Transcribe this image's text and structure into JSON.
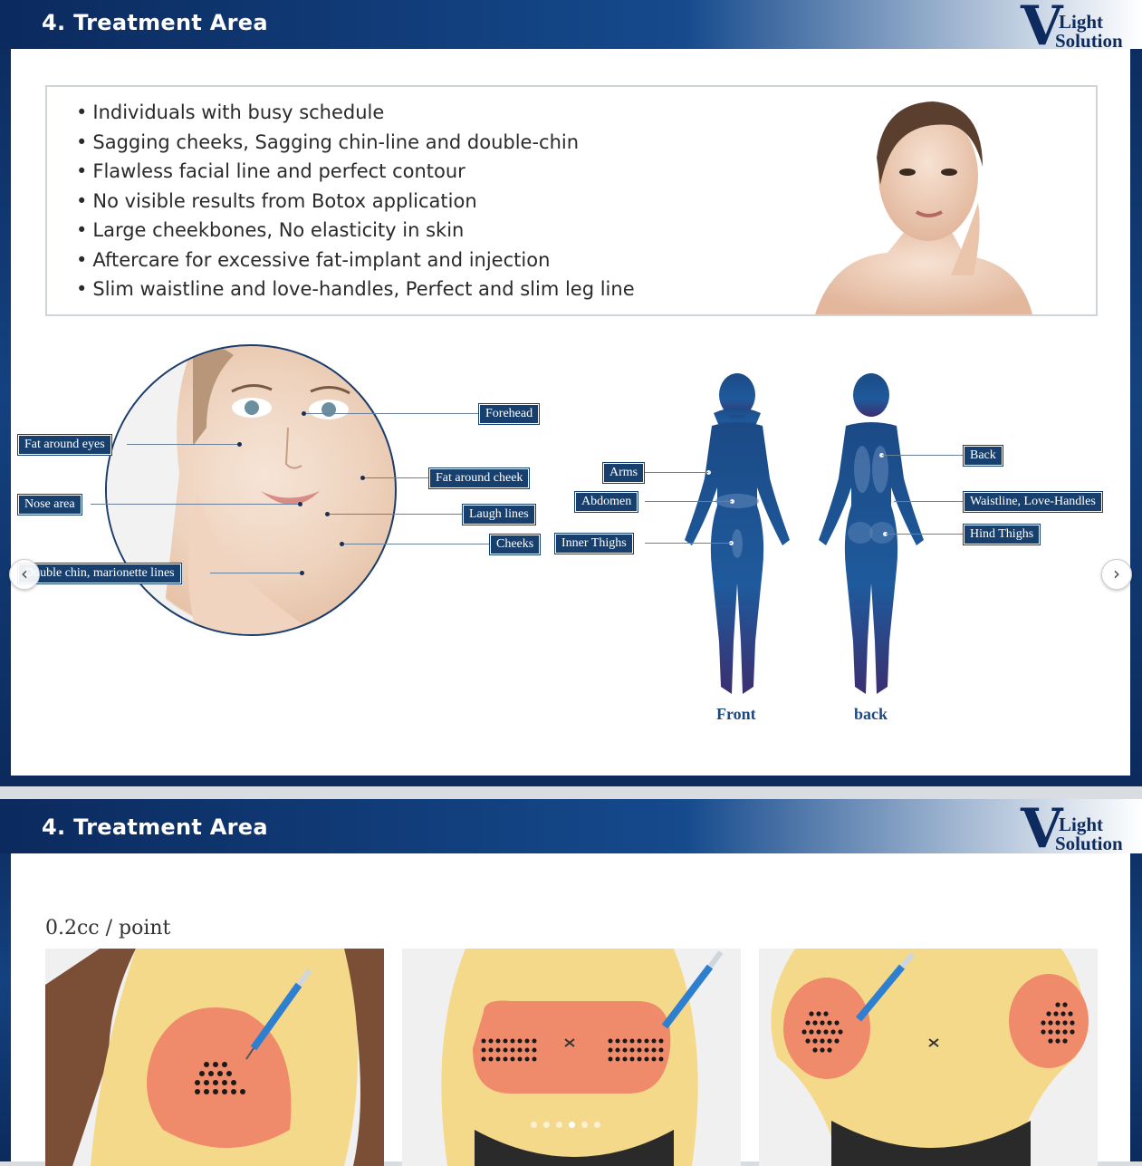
{
  "slide1": {
    "title": "4. Treatment Area",
    "logo": {
      "letter": "V",
      "line1": "Light",
      "line2": "Solution"
    },
    "bullets": [
      "Individuals with busy schedule",
      "Sagging cheeks, Sagging chin-line and double-chin",
      "Flawless facial line and perfect contour",
      "No visible results from Botox application",
      "Large cheekbones, No elasticity in skin",
      "Aftercare for excessive fat-implant and injection",
      "Slim waistline and love-handles, Perfect and slim leg line"
    ],
    "face_labels": {
      "forehead": "Forehead",
      "fat_around_eyes": "Fat around eyes",
      "fat_around_cheek": "Fat around cheek",
      "nose_area": "Nose area",
      "laugh_lines": "Laugh lines",
      "cheeks": "Cheeks",
      "double_chin": "Double chin, marionette lines"
    },
    "body_labels": {
      "arms": "Arms",
      "abdomen": "Abdomen",
      "inner_thighs": "Inner Thighs",
      "back": "Back",
      "waistline": "Waistline, Love-Handles",
      "hind_thighs": "Hind Thighs"
    },
    "captions": {
      "front": "Front",
      "back": "back"
    }
  },
  "slide2": {
    "title": "4. Treatment Area",
    "logo": {
      "letter": "V",
      "line1": "Light",
      "line2": "Solution"
    },
    "dose": "0.2cc / point"
  },
  "carousel": {
    "prev_icon": "chevron-left-icon",
    "next_icon": "chevron-right-icon",
    "dot_count": 6,
    "active_dot": 3
  },
  "colors": {
    "brand_navy": "#17406f",
    "skin": "#f5d98a",
    "treatment_zone": "#ef8a6b"
  }
}
